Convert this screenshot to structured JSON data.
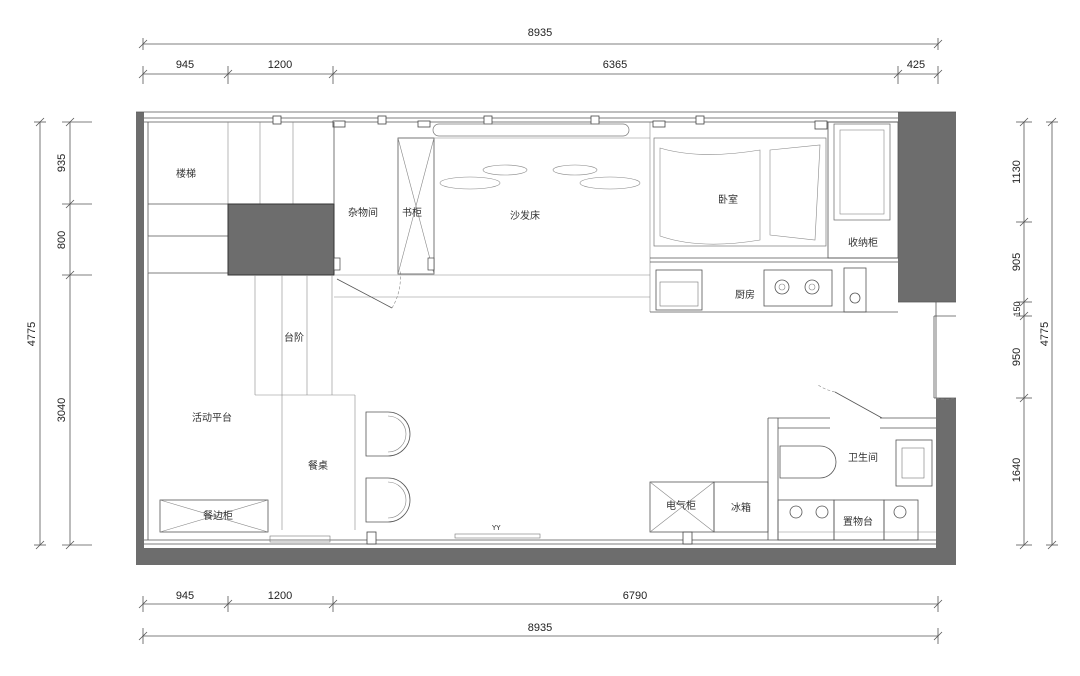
{
  "dimensions": {
    "top_total": "8935",
    "top_segments": [
      "945",
      "1200",
      "6365",
      "425"
    ],
    "bottom_segments": [
      "945",
      "1200",
      "6790"
    ],
    "bottom_total": "8935",
    "left_segments": [
      "935",
      "800",
      "3040"
    ],
    "left_total": "4775",
    "right_segments": [
      "1130",
      "905",
      "150",
      "950",
      "1640"
    ],
    "right_total": "4775"
  },
  "rooms": {
    "stairs": "楼梯",
    "storage_room": "杂物间",
    "bookcase": "书柜",
    "sofa_bed": "沙发床",
    "bedroom": "卧室",
    "storage_cabinet": "收纳柜",
    "kitchen": "厨房",
    "steps": "台阶",
    "activity_platform": "活动平台",
    "dining_table": "餐桌",
    "sideboard": "餐边柜",
    "electric_cabinet": "电气柜",
    "fridge": "冰箱",
    "bathroom": "卫生间",
    "shelf": "置物台",
    "small_mark": "YY"
  },
  "colors": {
    "wall": "#6d6d6d",
    "line": "#555555",
    "text": "#222222"
  }
}
